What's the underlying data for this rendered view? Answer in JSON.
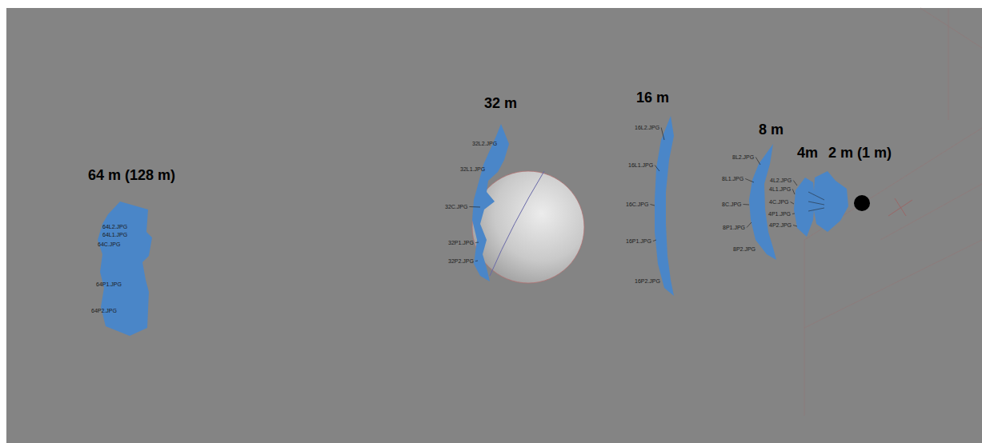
{
  "diagram": {
    "labels": [
      "64 m (128 m)",
      "32 m",
      "16 m",
      "8 m",
      "4m",
      "2 m (1 m)",
      "64L2.JPG",
      "64L1.JPG",
      "64C.JPG",
      "64P1.JPG",
      "64P2.JPG",
      "32L2.JPG",
      "32L1.JPG",
      "32C.JPG",
      "32P1.JPG",
      "32P2.JPG",
      "16L2.JPG",
      "16L1.JPG",
      "16C.JPG",
      "16P1.JPG",
      "16P2.JPG",
      "8L2.JPG",
      "8L1.JPG",
      "8C.JPG",
      "8P1.JPG",
      "8P2.JPG",
      "4L2.JPG",
      "4L1.JPG",
      "4C.JPG",
      "4P1.JPG",
      "4P2.JPG"
    ]
  }
}
